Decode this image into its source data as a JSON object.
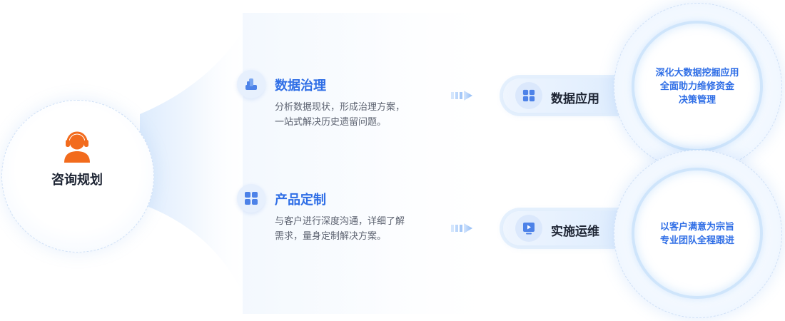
{
  "consult": {
    "label": "咨询规划",
    "icon": "headset-person-icon",
    "icon_color": "#f26b1d"
  },
  "items": [
    {
      "title": "数据治理",
      "icon": "data-stack-icon",
      "desc_lines": [
        "分析数据现状，形成治理方案，",
        "一站式解决历史遗留问题。"
      ]
    },
    {
      "title": "产品定制",
      "icon": "grid-apps-icon",
      "desc_lines": [
        "与客户进行深度沟通，详细了解",
        "需求，量身定制解决方案。"
      ]
    }
  ],
  "pills": [
    {
      "label": "数据应用",
      "icon": "grid-apps-icon"
    },
    {
      "label": "实施运维",
      "icon": "monitor-play-icon"
    }
  ],
  "circles": [
    {
      "lines": [
        "深化大数据挖掘应用",
        "全面助力维修资金",
        "决策管理"
      ]
    },
    {
      "lines": [
        "以客户满意为宗旨",
        "专业团队全程跟进"
      ]
    }
  ],
  "colors": {
    "accent": "#2f6ee6",
    "icon_fill": "#4d82e8",
    "orange": "#f26b1d"
  }
}
